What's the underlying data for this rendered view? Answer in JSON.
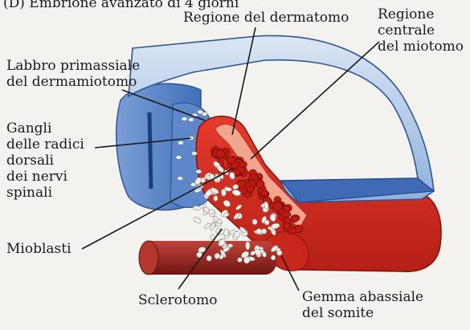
{
  "figure": {
    "panel_title": "(D) Embrione avanzato di 4 giorni"
  },
  "labels": {
    "dermatome_region": "Regione del dermatomo",
    "myotome_center": "Regione\ncentrale\ndel miotomo",
    "primaxial_lip": "Labbro primassiale\ndel dermamiotomo",
    "dorsal_root_ganglia": "Gangli\ndelle radici\ndorsali\ndei nervi\nspinali",
    "myoblasts": "Mioblasti",
    "sclerotome": "Sclerotomo",
    "abaxial_bud": "Gemma abassiale\ndel somite"
  },
  "colors": {
    "ectoderm_blue": "#4f7fc4",
    "ectoderm_light": "#c9d8ee",
    "neural_tube_blue": "#5b86c9",
    "somite_red": "#d92b1f",
    "somite_dark": "#a81e16",
    "myotome_cells": "#c01a12",
    "sclerotome_cells": "#f3f0ea",
    "notochord": "#8e1f1a",
    "line": "#1a1a1a"
  }
}
